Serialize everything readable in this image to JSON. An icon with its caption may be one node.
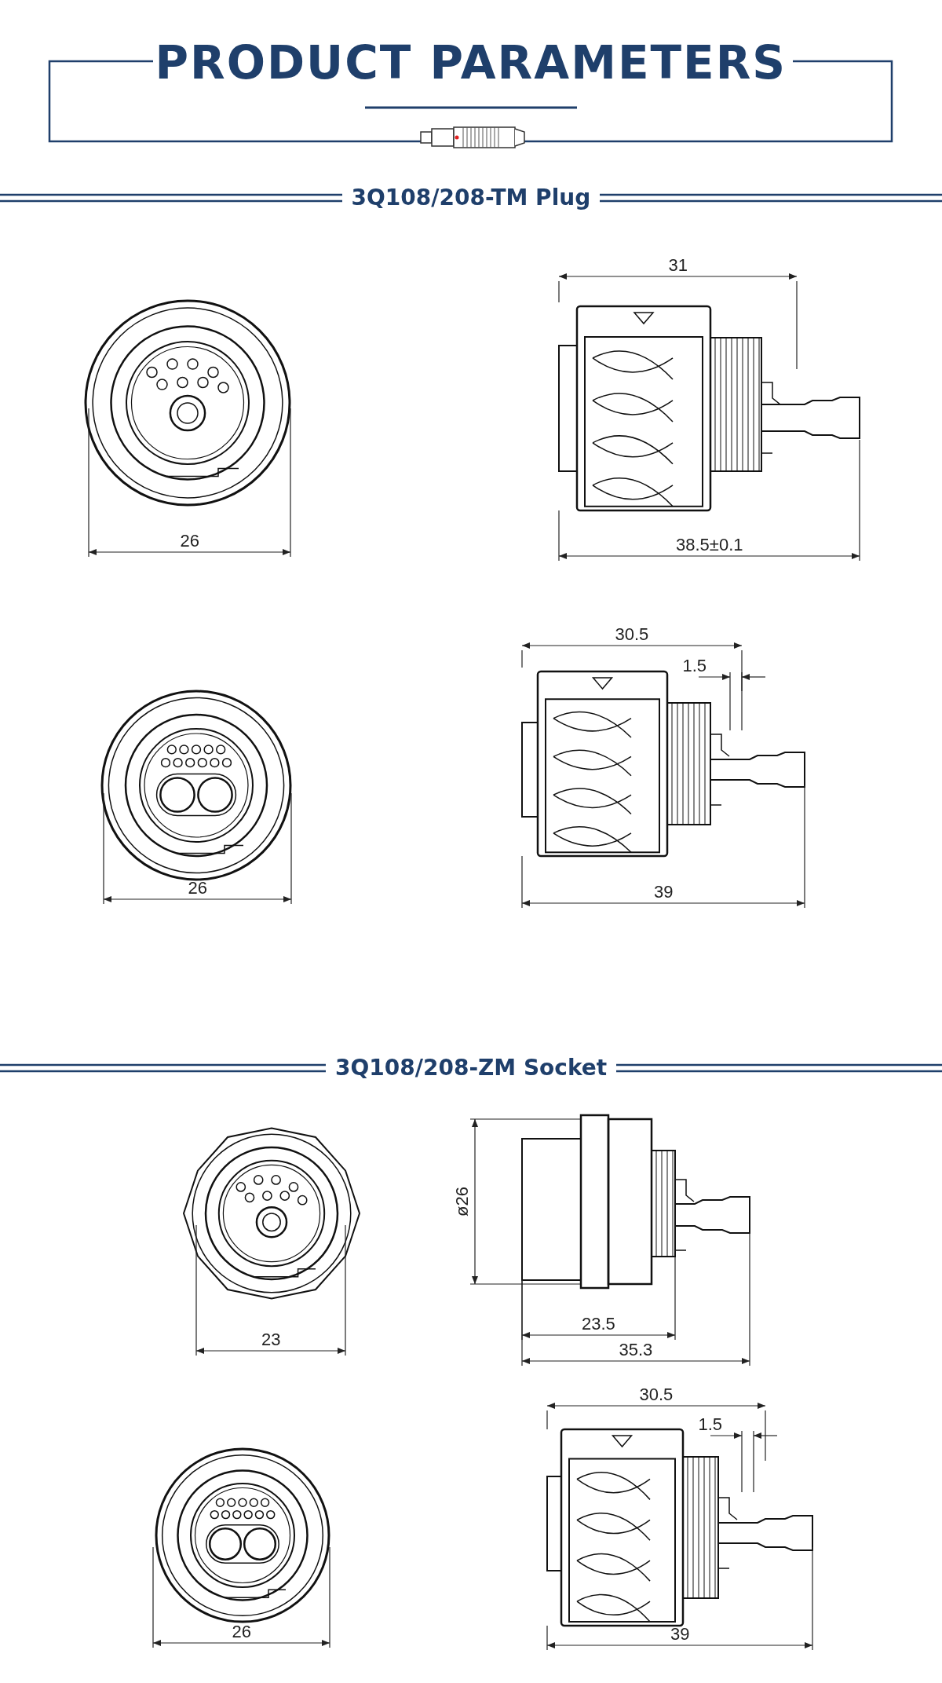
{
  "diagram": {
    "title": "PRODUCT PARAMETERS",
    "labels": [
      "3Q108/208-TM Plug",
      "31",
      "26",
      "38.5±0.1",
      "30.5",
      "1.5",
      "26",
      "39",
      "3Q108/208-ZM Socket",
      "ø26",
      "23",
      "23.5",
      "35.3",
      "30.5",
      "1.5",
      "26",
      "39"
    ]
  }
}
